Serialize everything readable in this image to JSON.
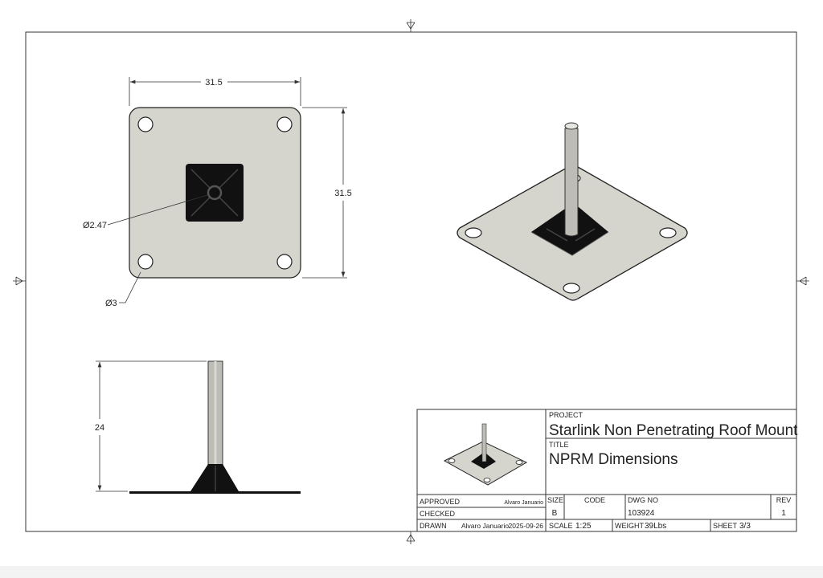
{
  "drawing": {
    "top_view": {
      "width_dim": "31.5",
      "height_dim": "31.5",
      "center_hole_dim": "Ø2.47",
      "corner_hole_dim": "Ø3"
    },
    "side_view": {
      "height_dim": "24"
    },
    "colors": {
      "plate": "#d5d5cd",
      "bracket": "#111111",
      "line": "#333333"
    }
  },
  "title_block": {
    "project_label": "PROJECT",
    "project": "Starlink Non Penetrating Roof Mount",
    "title_label": "TITLE",
    "title": "NPRM Dimensions",
    "approved_label": "APPROVED",
    "approved_by": "Alvaro Januario",
    "checked_label": "CHECKED",
    "drawn_label": "DRAWN",
    "drawn_by": "Alvaro Januario",
    "drawn_date": "2025-09-26",
    "size_label": "SIZE",
    "size": "B",
    "code_label": "CODE",
    "dwg_no_label": "DWG NO",
    "dwg_no": "103924",
    "rev_label": "REV",
    "rev": "1",
    "scale_label": "SCALE",
    "scale": "1:25",
    "weight_label": "WEIGHT",
    "weight": "39Lbs",
    "sheet_label": "SHEET",
    "sheet": "3/3"
  }
}
